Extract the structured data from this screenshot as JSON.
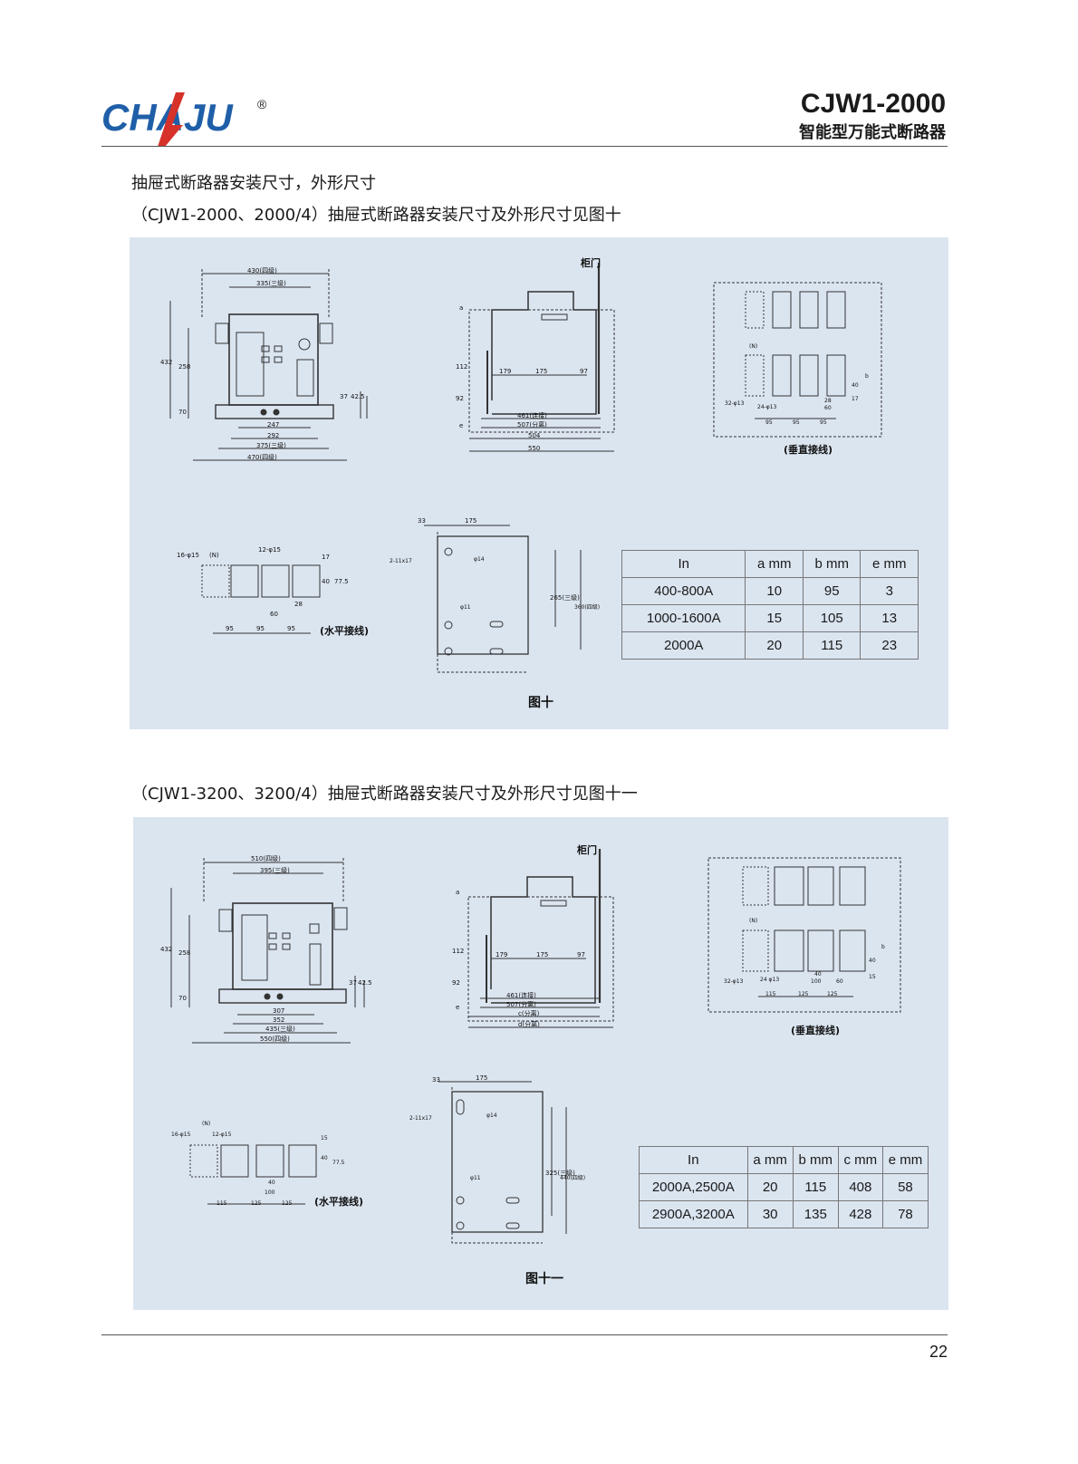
{
  "header": {
    "logo_text": "CHAJU",
    "logo_mark": "®",
    "model": "CJW1-2000",
    "subtitle": "智能型万能式断路器"
  },
  "colors": {
    "logo_blue": "#1f5fa8",
    "logo_red": "#d6322a",
    "panel_bg": "#dbe5f0"
  },
  "section1": {
    "heading": "抽屉式断路器安装尺寸，外形尺寸",
    "subheading": "（CJW1-2000、2000/4）抽屉式断路器安装尺寸及外形尺寸见图十"
  },
  "figure10": {
    "caption": "图十",
    "cabinet_door": "柜门",
    "vertical_wiring": "(垂直接线)",
    "horizontal_wiring": "(水平接线)",
    "front_dims": {
      "w_4p": "430(四级)",
      "w_3p": "335(三级)",
      "h1": "432",
      "h2": "258",
      "h3": "70",
      "r1": "37",
      "r2": "42.5",
      "b1": "247",
      "b2": "292",
      "b3": "375(三级)",
      "b4": "470(四级)"
    },
    "side_dims": {
      "a": "a",
      "e": "e",
      "h1": "112",
      "h2": "92",
      "d1": "179",
      "d2": "175",
      "d3": "97",
      "l1": "461(连接)",
      "l2": "507(分离)",
      "l3": "504",
      "l4": "550"
    },
    "vertical_dims": {
      "n": "(N)",
      "h1": "32-φ13",
      "h2": "24-φ13",
      "s1": "95",
      "s2": "95",
      "s3": "95",
      "d1": "28",
      "d2": "60",
      "d3": "40",
      "d4": "17",
      "b": "b"
    },
    "horizontal_dims": {
      "h1": "16-φ15",
      "n": "(N)",
      "h2": "12-φ15",
      "d1": "17",
      "d2": "40",
      "d3": "77.5",
      "d4": "28",
      "d5": "60",
      "s1": "95",
      "s2": "95",
      "s3": "95"
    },
    "base_dims": {
      "d1": "33",
      "d2": "175",
      "slot": "2-11x17",
      "hole1": "φ14",
      "hole2": "φ11",
      "h1": "265(三级)",
      "h2": "360(四级)"
    },
    "table": {
      "headers": [
        "In",
        "a mm",
        "b mm",
        "e mm"
      ],
      "rows": [
        [
          "400-800A",
          "10",
          "95",
          "3"
        ],
        [
          "1000-1600A",
          "15",
          "105",
          "13"
        ],
        [
          "2000A",
          "20",
          "115",
          "23"
        ]
      ]
    }
  },
  "section2": {
    "subheading": "（CJW1-3200、3200/4）抽屉式断路器安装尺寸及外形尺寸见图十一"
  },
  "figure11": {
    "caption": "图十一",
    "cabinet_door": "柜门",
    "vertical_wiring": "(垂直接线)",
    "horizontal_wiring": "(水平接线)",
    "front_dims": {
      "w_4p": "510(四级)",
      "w_3p": "395(三级)",
      "h1": "432",
      "h2": "258",
      "h3": "70",
      "r1": "37",
      "r2": "42.5",
      "b1": "307",
      "b2": "352",
      "b3": "435(三级)",
      "b4": "550(四级)"
    },
    "side_dims": {
      "a": "a",
      "e": "e",
      "h1": "112",
      "h2": "92",
      "d1": "179",
      "d2": "175",
      "d3": "97",
      "l1": "461(连接)",
      "l2": "507(分离)",
      "l3": "c(分离)",
      "l4": "d(分离)"
    },
    "vertical_dims": {
      "n": "(N)",
      "h1": "32-φ13",
      "h2": "24 φ13",
      "s1": "115",
      "s2": "125",
      "s3": "125",
      "d1": "40",
      "d2": "100",
      "d3": "60",
      "d4": "40",
      "d5": "15",
      "b": "b"
    },
    "horizontal_dims": {
      "n": "(N)",
      "h1": "16-φ15",
      "h2": "12-φ15",
      "d1": "15",
      "d2": "40",
      "d3": "77.5",
      "d4": "40",
      "d5": "100",
      "s1": "115",
      "s2": "125",
      "s3": "125"
    },
    "base_dims": {
      "d1": "33",
      "d2": "175",
      "slot": "2-11x17",
      "hole1": "φ14",
      "hole2": "φ11",
      "h1": "325(三级)",
      "h2": "440(四级)"
    },
    "table": {
      "headers": [
        "In",
        "a mm",
        "b mm",
        "c mm",
        "e mm"
      ],
      "rows": [
        [
          "2000A,2500A",
          "20",
          "115",
          "408",
          "58"
        ],
        [
          "2900A,3200A",
          "30",
          "135",
          "428",
          "78"
        ]
      ]
    }
  },
  "footer": {
    "page_number": "22"
  }
}
